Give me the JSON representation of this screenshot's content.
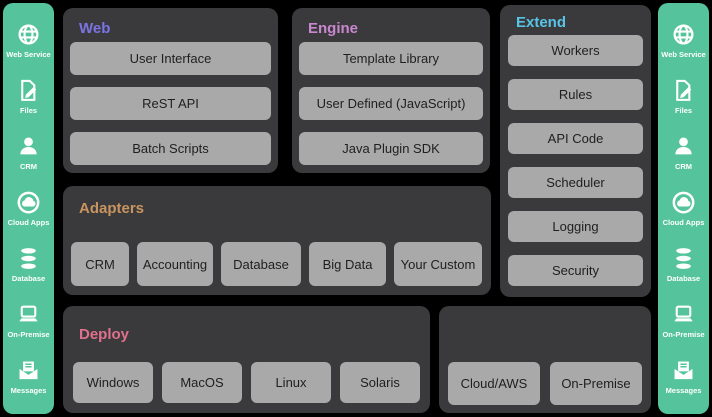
{
  "sidebar": {
    "accent": "#55c49d",
    "items": [
      {
        "label": "Web Service",
        "icon": "globe-icon"
      },
      {
        "label": "Files",
        "icon": "file-edit-icon"
      },
      {
        "label": "CRM",
        "icon": "person-icon"
      },
      {
        "label": "Cloud Apps",
        "icon": "cloud-icon"
      },
      {
        "label": "Database",
        "icon": "database-icon"
      },
      {
        "label": "On-Premise",
        "icon": "laptop-icon"
      },
      {
        "label": "Messages",
        "icon": "mail-icon"
      }
    ]
  },
  "panels": {
    "web": {
      "title": "Web",
      "accent": "#7b74e4",
      "items": [
        "User Interface",
        "ReST API",
        "Batch Scripts"
      ]
    },
    "engine": {
      "title": "Engine",
      "accent": "#c887cf",
      "items": [
        "Template Library",
        "User Defined (JavaScript)",
        "Java Plugin SDK"
      ]
    },
    "extend": {
      "title": "Extend",
      "accent": "#58c4e8",
      "items": [
        "Workers",
        "Rules",
        "API Code",
        "Scheduler",
        "Logging",
        "Security"
      ]
    },
    "adapters": {
      "title": "Adapters",
      "accent": "#c89460",
      "items": [
        "CRM",
        "Accounting",
        "Database",
        "Big Data",
        "Your Custom"
      ]
    },
    "deploy": {
      "title": "Deploy",
      "accent": "#e0718d",
      "items": [
        "Windows",
        "MacOS",
        "Linux",
        "Solaris"
      ]
    },
    "targets": {
      "items": [
        "Cloud/AWS",
        "On-Premise"
      ]
    }
  },
  "colors": {
    "background": "#000000",
    "panel": "#3a3a3c",
    "block": "#a9a9a9",
    "block_text": "#1f1f1f",
    "sidebar": "#55c49d"
  }
}
